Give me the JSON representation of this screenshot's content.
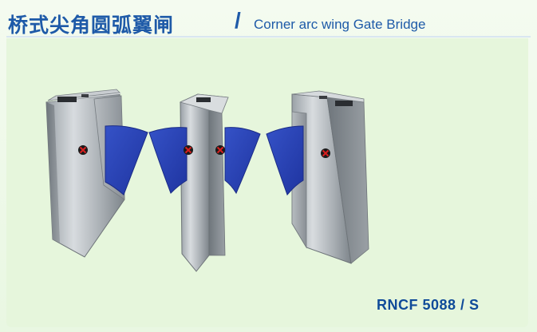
{
  "header": {
    "title_cn": "桥式尖角圆弧翼闸",
    "separator": "/",
    "title_en": "Corner arc wing Gate Bridge"
  },
  "product": {
    "model": "RNCF 5088 / S"
  },
  "colors": {
    "title_blue": "#1e5aa8",
    "wing_blue": "#2d45b8",
    "steel_light": "#cfd3d6",
    "steel_dark": "#7b8288",
    "indicator_red": "#c81d1d",
    "background": "#e6f6dc"
  },
  "icons": [
    "red-x-indicator-icon",
    "display-screen-icon"
  ]
}
